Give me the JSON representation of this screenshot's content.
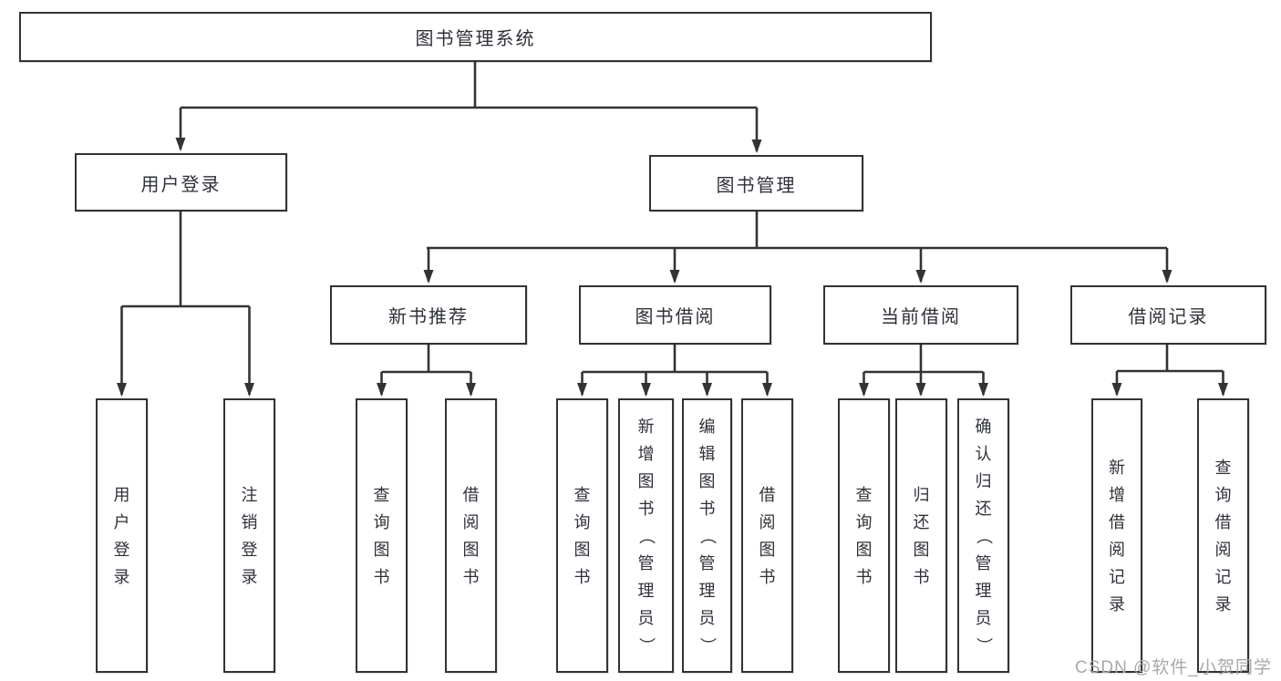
{
  "nodes": {
    "root": "图书管理系统",
    "user_login": "用户登录",
    "book_mgmt": "图书管理",
    "new_books": "新书推荐",
    "book_borrow": "图书借阅",
    "current_borrow": "当前借阅",
    "borrow_records": "借阅记录"
  },
  "leaves": {
    "ul_login": "用户登录",
    "ul_logout": "注销登录",
    "nb_query": "查询图书",
    "nb_borrow": "借阅图书",
    "bb_query": "查询图书",
    "bb_add": "新增图书（管理员）",
    "bb_edit": "编辑图书（管理员）",
    "bb_borrow": "借阅图书",
    "cb_query": "查询图书",
    "cb_return": "归还图书",
    "cb_confirm": "确认归还（管理员）",
    "br_add": "新增借阅记录",
    "br_query": "查询借阅记录"
  },
  "watermark": "CSDN @软件_小贺同学",
  "colors": {
    "line": "#333333",
    "text": "#2e3138",
    "watermark": "#a8a8a8"
  }
}
